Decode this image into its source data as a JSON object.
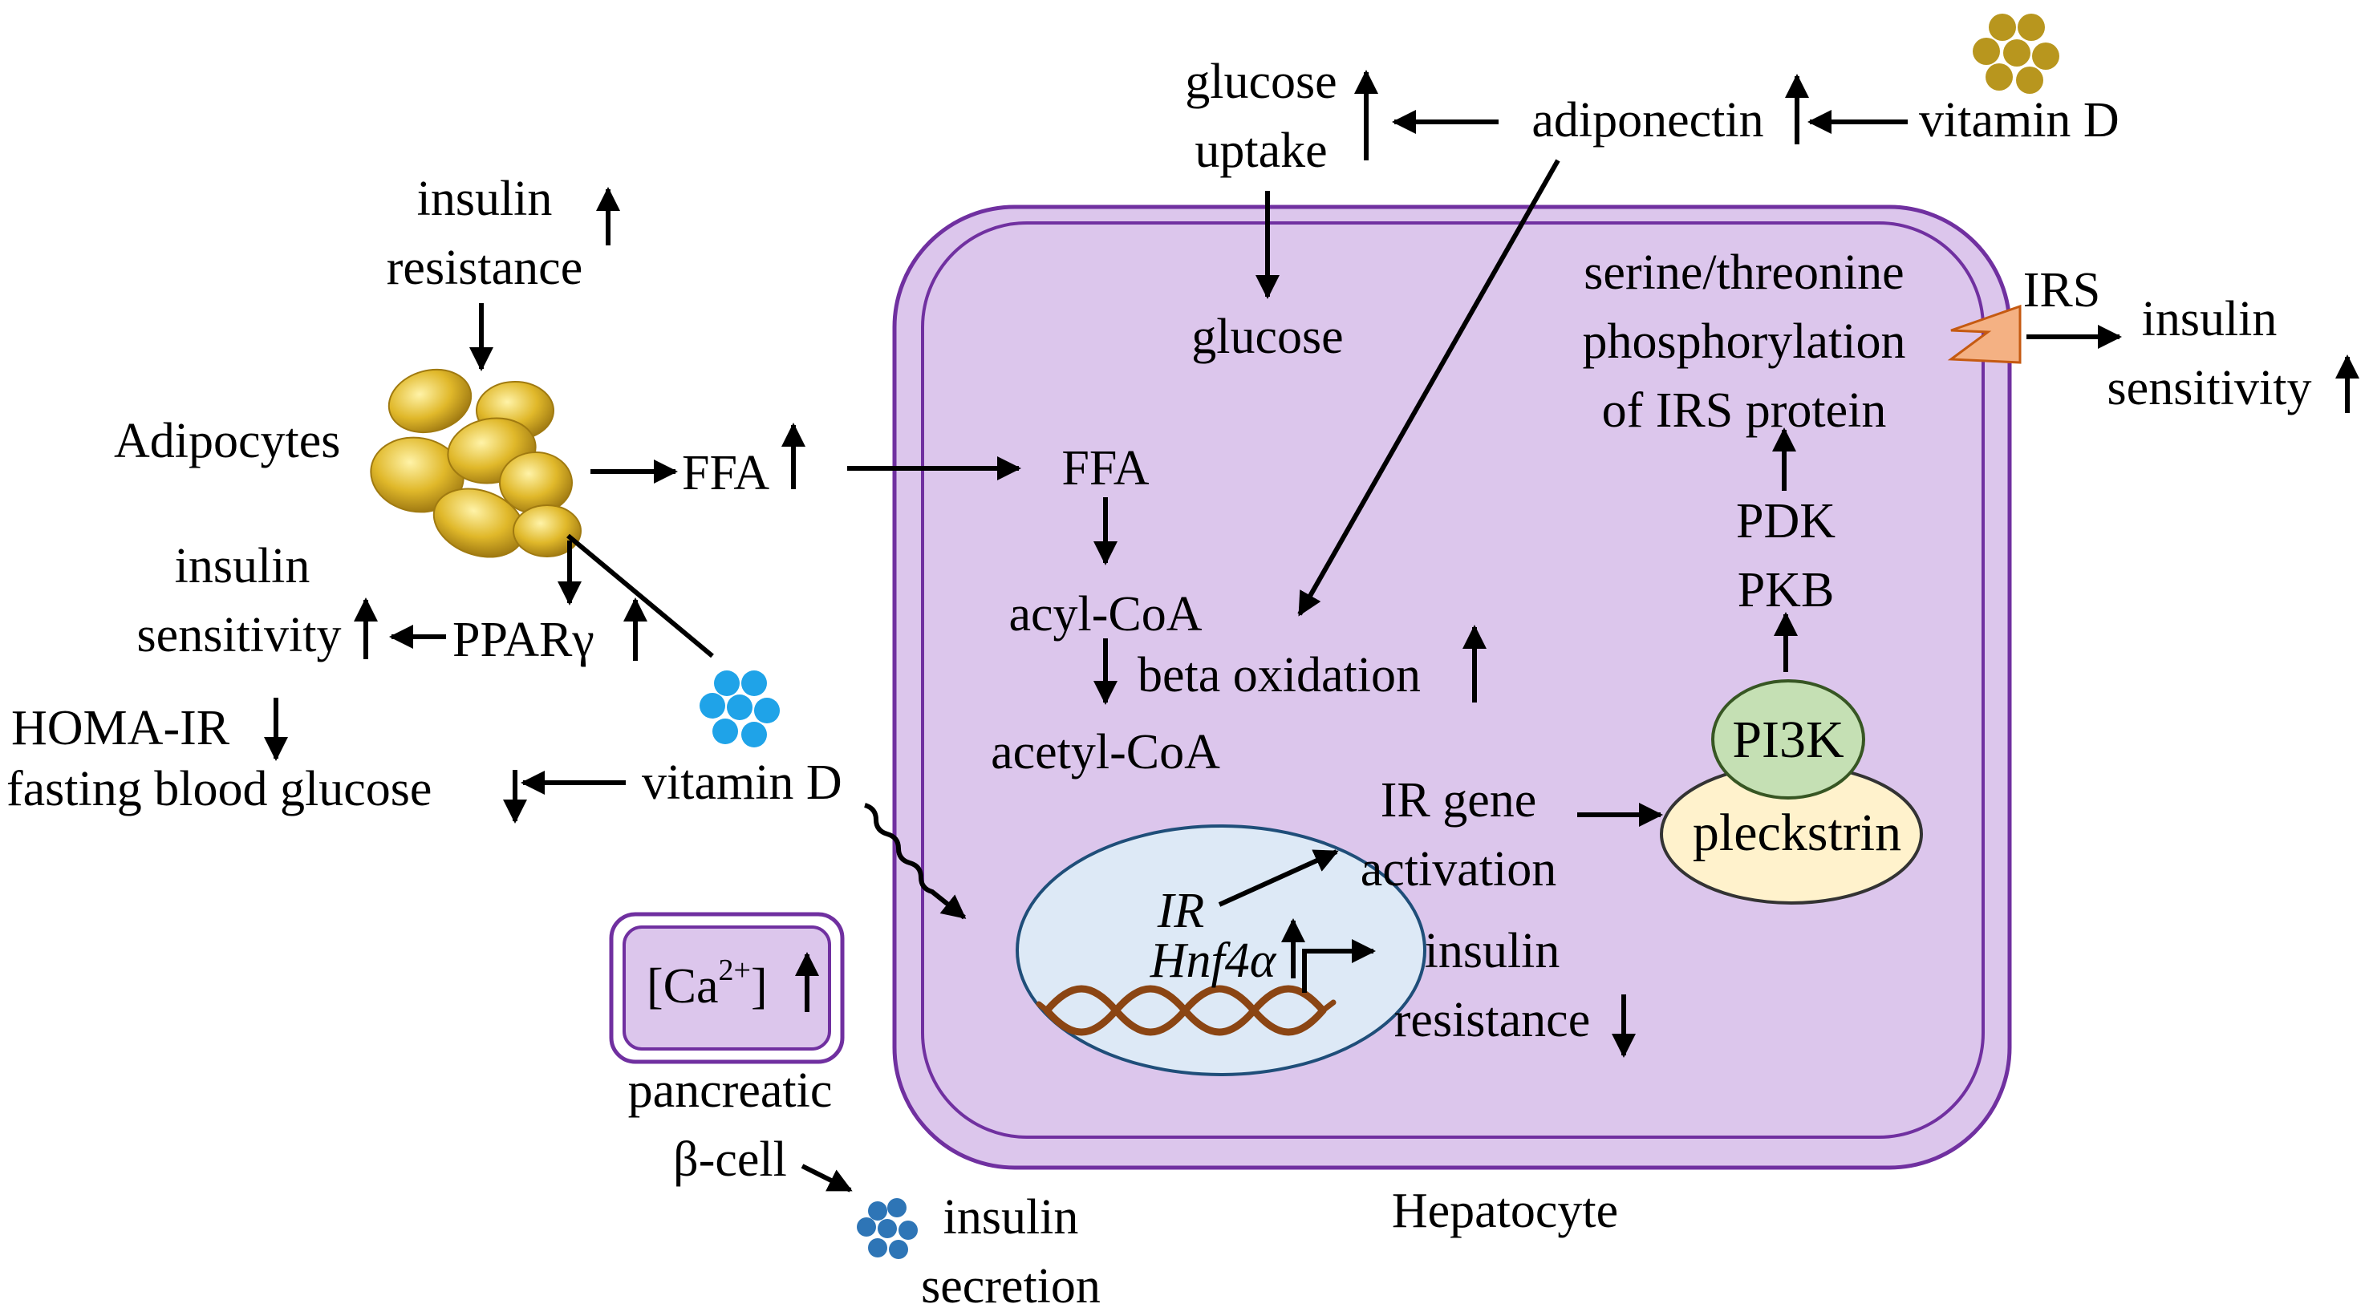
{
  "labels": {
    "glucose_uptake_1": "glucose",
    "glucose_uptake_2": "uptake",
    "adiponectin": "adiponectin",
    "vitamin_d_top": "vitamin D",
    "insulin_resistance_top_1": "insulin",
    "insulin_resistance_top_2": "resistance",
    "glucose": "glucose",
    "serine_1": "serine/threonine",
    "serine_2": "phosphorylation",
    "serine_3": "of IRS protein",
    "irs": "IRS",
    "insulin_sensitivity_right_1": "insulin",
    "insulin_sensitivity_right_2": "sensitivity",
    "adipocytes": "Adipocytes",
    "ffa_out": "FFA",
    "ffa_in": "FFA",
    "pdk": "PDK",
    "pkb": "PKB",
    "insulin_sensitivity_left_1": "insulin",
    "insulin_sensitivity_left_2": "sensitivity",
    "ppar": "PPARγ",
    "acyl_coa": "acyl-CoA",
    "beta_oxidation": "beta oxidation",
    "homa_ir": "HOMA-IR",
    "fasting_glucose": "fasting blood glucose",
    "vitamin_d_mid": "vitamin D",
    "acetyl_coa": "acetyl-CoA",
    "pi3k": "PI3K",
    "ir_gene_1": "IR gene",
    "ir_gene_2": "activation",
    "pleckstrin": "pleckstrin",
    "ir": "IR",
    "hnf4a": "Hnf4α",
    "insulin_resistance_nuc_1": "insulin",
    "insulin_resistance_nuc_2": "resistance",
    "calcium_base": "[Ca",
    "calcium_sup": "2+",
    "calcium_close": "]",
    "pancreatic_1": "pancreatic",
    "pancreatic_2": "β-cell",
    "insulin_secretion_1": "insulin",
    "insulin_secretion_2": "secretion",
    "hepatocyte": "Hepatocyte"
  },
  "colors": {
    "cell_fill": "#dcc6ec",
    "cell_stroke": "#7030a0",
    "nucleus_fill": "#dde9f6",
    "nucleus_stroke": "#1f4e79",
    "pi3k_fill": "#c5e0b4",
    "pi3k_stroke": "#375623",
    "pleckstrin_fill": "#fff2cc",
    "adipocyte": "#e0b82a",
    "vitamin_d_gold": "#b8961e",
    "vitamin_d_blue": "#1fa3e8",
    "insulin_dots": "#2e75b6",
    "irs_receptor": "#f4b183",
    "dna": "#8b4513"
  }
}
